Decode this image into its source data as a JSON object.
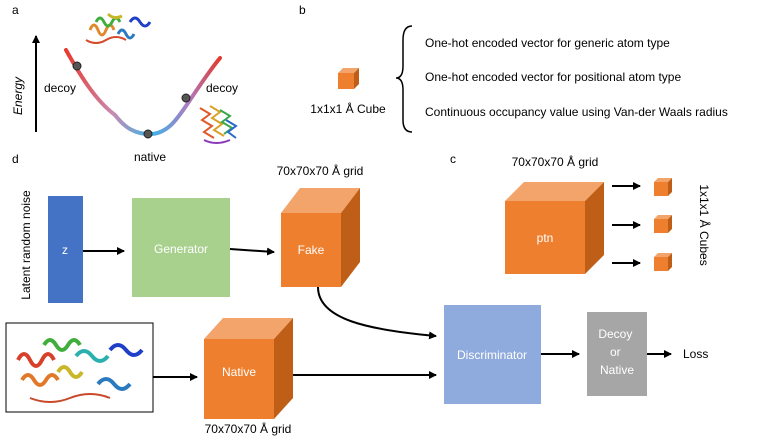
{
  "panels": {
    "a": "a",
    "b": "b",
    "c": "c",
    "d": "d"
  },
  "panel_a": {
    "y_axis_label": "Energy",
    "decoy_left": "decoy",
    "decoy_right": "decoy",
    "native": "native"
  },
  "panel_b": {
    "cube_label": "1x1x1 Å Cube",
    "features": [
      "One-hot encoded vector for generic atom type",
      "One-hot encoded vector for positional atom type",
      "Continuous occupancy value using Van-der Waals radius"
    ]
  },
  "panel_c": {
    "grid_label": "70x70x70 Å grid",
    "cube_text": "ptn",
    "side_label": "1x1x1 Å Cubes"
  },
  "panel_d": {
    "noise_label": "Latent random noise",
    "z": "z",
    "generator": "Generator",
    "fake_grid_label": "70x70x70 Å grid",
    "fake": "Fake",
    "native": "Native",
    "native_grid_label": "70x70x70 Å grid",
    "discriminator": "Discriminator",
    "output": "Decoy or Native",
    "loss": "Loss"
  },
  "colors": {
    "cube_front": "#ee7f2e",
    "cube_top": "#f2a46a",
    "cube_side": "#bf5e17",
    "z_box": "#4472c4",
    "generator_box": "#a9d18e",
    "discriminator_box": "#8faadc",
    "output_box": "#a6a6a6"
  }
}
